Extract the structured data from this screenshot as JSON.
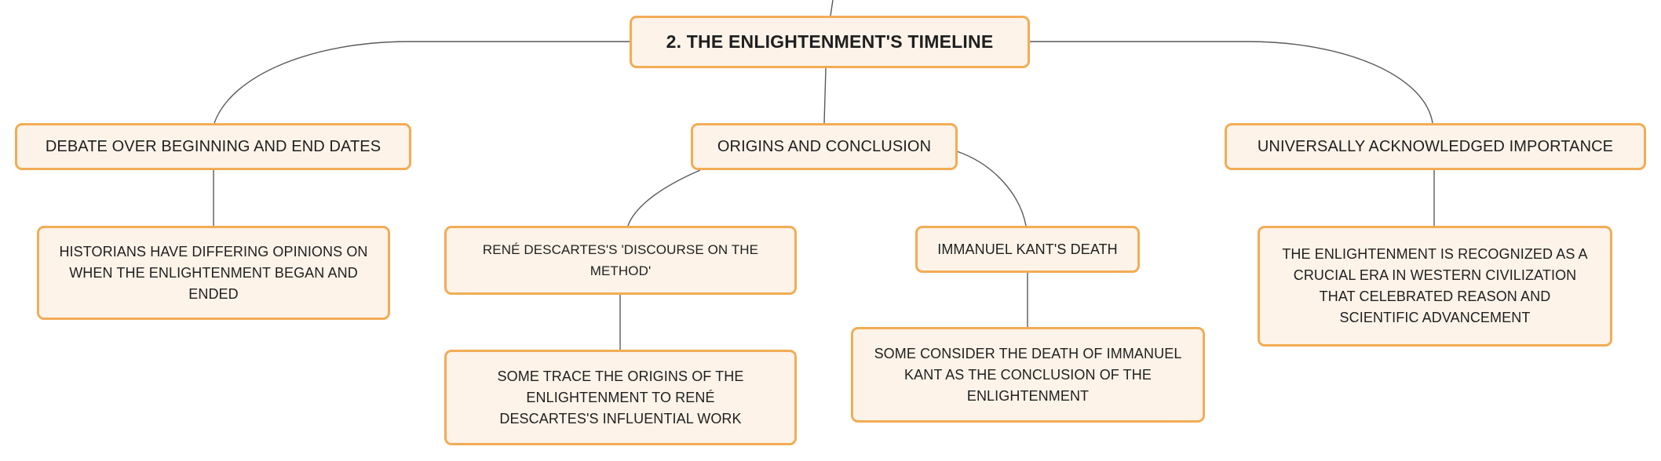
{
  "diagram": {
    "root": {
      "label": "2. THE ENLIGHTENMENT'S TIMELINE"
    },
    "branches": [
      {
        "label": "DEBATE OVER BEGINNING AND END DATES",
        "children": [
          {
            "label": "HISTORIANS HAVE DIFFERING OPINIONS ON WHEN THE ENLIGHTENMENT BEGAN AND ENDED"
          }
        ]
      },
      {
        "label": "ORIGINS AND CONCLUSION",
        "children": [
          {
            "label": "RENÉ DESCARTES'S 'DISCOURSE ON THE METHOD'",
            "children": [
              {
                "label": "SOME TRACE THE ORIGINS OF THE ENLIGHTENMENT TO RENÉ DESCARTES'S INFLUENTIAL WORK"
              }
            ]
          },
          {
            "label": "IMMANUEL KANT'S DEATH",
            "children": [
              {
                "label": "SOME CONSIDER THE DEATH OF IMMANUEL KANT AS THE CONCLUSION OF THE ENLIGHTENMENT"
              }
            ]
          }
        ]
      },
      {
        "label": "UNIVERSALLY ACKNOWLEDGED IMPORTANCE",
        "children": [
          {
            "label": "THE ENLIGHTENMENT IS RECOGNIZED AS A CRUCIAL ERA IN WESTERN CIVILIZATION THAT CELEBRATED REASON AND SCIENTIFIC ADVANCEMENT"
          }
        ]
      }
    ],
    "colors": {
      "node_fill": "#fdf3e9",
      "node_border": "#f2ac55",
      "connector": "#5a5a5a",
      "text": "#1f1f1f"
    }
  }
}
